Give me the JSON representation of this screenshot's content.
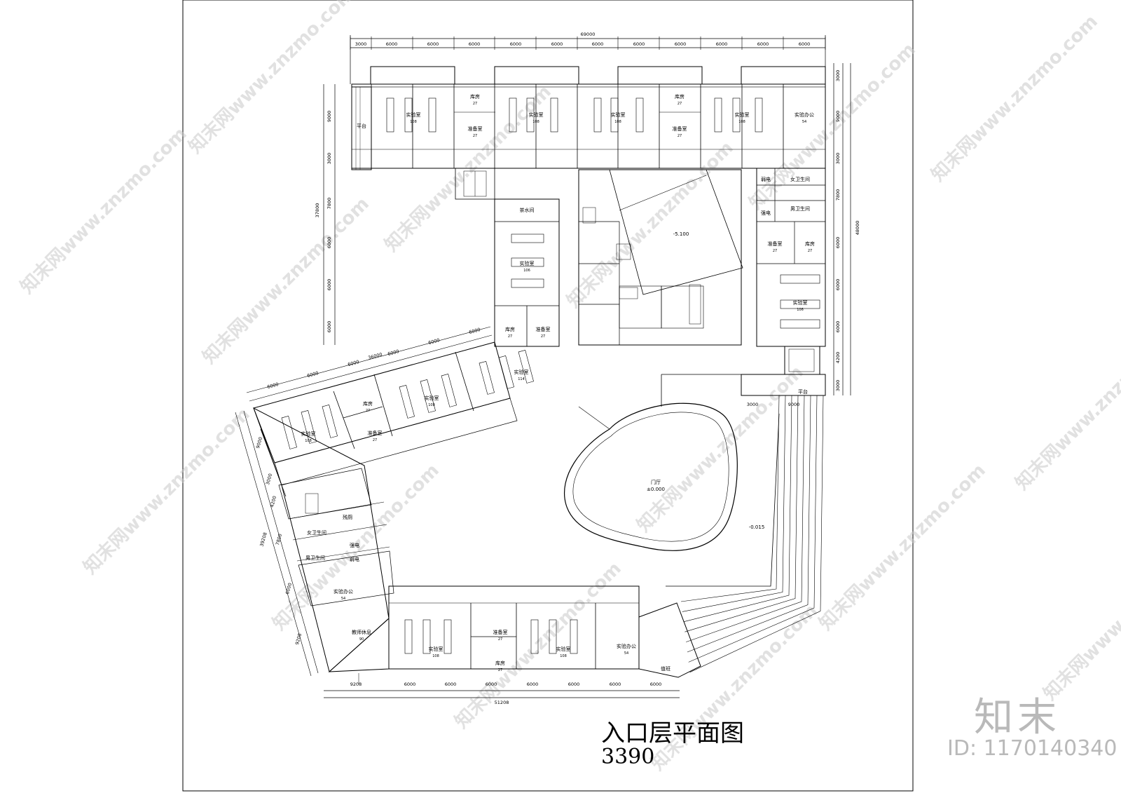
{
  "title": "入口层平面图",
  "code": "3390",
  "brand": {
    "logo": "知末",
    "id": "ID: 1170140340"
  },
  "watermark": "知末网www.znzmo.com",
  "dims": {
    "top_total": "69000",
    "top": [
      "3000",
      "6000",
      "6000",
      "6000",
      "6000",
      "6000",
      "6000",
      "6000",
      "6000",
      "6000",
      "6000",
      "6000"
    ],
    "left_total": "37800",
    "left": [
      "9000",
      "3000",
      "7800",
      "6000",
      "6000",
      "6000"
    ],
    "right_total": "48000",
    "right": [
      "3000",
      "9000",
      "3000",
      "7800",
      "6000",
      "6000",
      "6000",
      "4200",
      "3000"
    ],
    "right_small": [
      "3000",
      "9000"
    ],
    "bottom_total": "51208",
    "bottom": [
      "9208",
      "6000",
      "6000",
      "6000",
      "6000",
      "6000",
      "6000",
      "6000"
    ],
    "wing_total": "36000",
    "wing": [
      "6000",
      "6000",
      "6000",
      "6000",
      "6000",
      "6000"
    ],
    "wing_left_total": "39208",
    "wing_left": [
      "9000",
      "3000",
      "4200",
      "7800",
      "6000",
      "9208"
    ]
  },
  "levels": {
    "courtyard": "-5.100",
    "lobby_name": "门厅",
    "lobby": "±0.000",
    "outside": "-0.015"
  },
  "rooms": {
    "lab": "实验室",
    "storage": "库房",
    "prep": "准备室",
    "office": "实验办公",
    "platform": "平台",
    "tea": "茶水间",
    "weak": "弱电",
    "strong": "强电",
    "female_wc": "女卫生间",
    "male_wc": "男卫生间",
    "rest": "教师休息",
    "duty": "值班",
    "janitor": "残厕",
    "n108": "108",
    "n27": "27",
    "n54": "54",
    "n106": "106",
    "n114": "114",
    "n90": "90"
  }
}
